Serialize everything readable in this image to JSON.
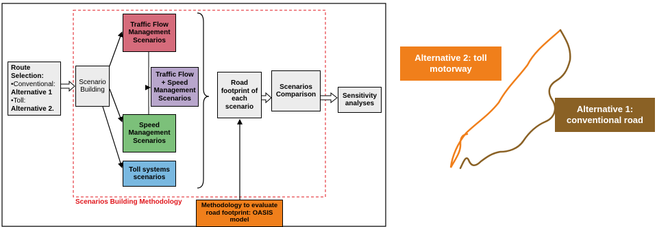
{
  "colors": {
    "traffic_flow_fill": "#d56b7b",
    "combined_fill": "#b8a6cc",
    "speed_fill": "#7cc07a",
    "toll_fill": "#79b8e0",
    "gray_fill": "#ececec",
    "oasis_fill": "#f07f1b",
    "methodology_border": "#e0161c",
    "alt2_color": "#f07f1b",
    "alt1_color": "#8a6125"
  },
  "diagram": {
    "route_selection": {
      "title": "Route Selection:",
      "bullet1_prefix": "•Conventional:",
      "bullet1_value": "Alternative 1",
      "bullet2_prefix": "•Toll:",
      "bullet2_value": "Alternative 2."
    },
    "scenario_building": "Scenario Building",
    "traffic_flow": "Traffic Flow Management Scenarios",
    "combined": "Traffic Flow + Speed Management Scenarios",
    "speed": "Speed Management Scenarios",
    "toll": "Toll systems scenarios",
    "road_footprint": "Road footprint of each scenario",
    "comparison": "Scenarios Comparison",
    "sensitivity": "Sensitivity analyses",
    "methodology_label": "Scenarios Building Methodology",
    "oasis": "Methodology to evaluate road footprint: OASIS model"
  },
  "map": {
    "alt2_label": "Alternative 2: toll motorway",
    "alt1_label": "Alternative 1: conventional road"
  }
}
